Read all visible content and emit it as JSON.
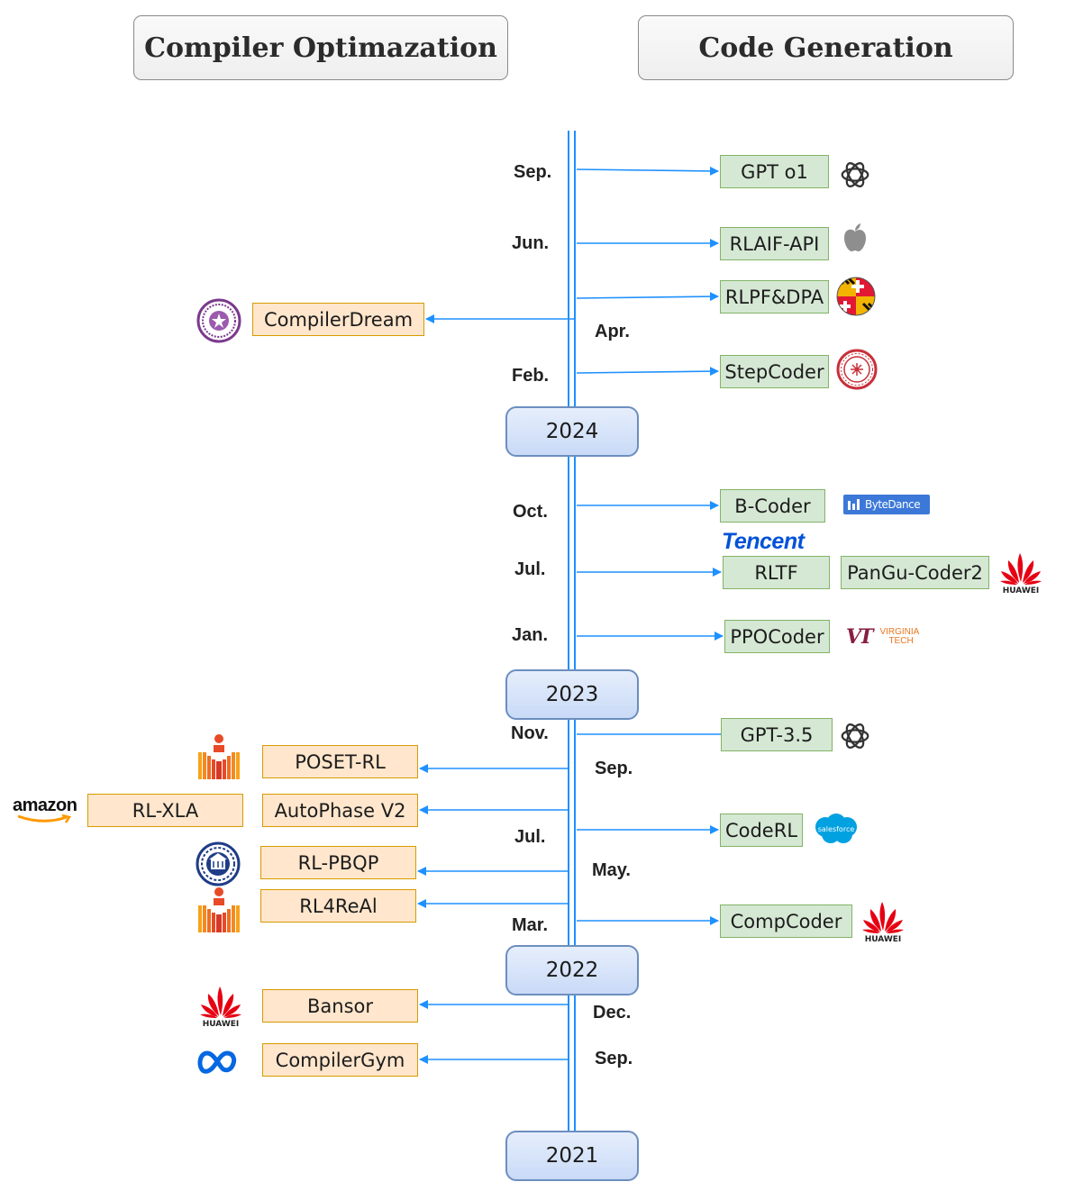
{
  "headers": {
    "left": "Compiler Optimazation",
    "right": "Code Generation"
  },
  "years": [
    "2024",
    "2023",
    "2022",
    "2021"
  ],
  "months": {
    "sep2024": "Sep.",
    "jun2024": "Jun.",
    "apr2024": "Apr.",
    "feb2024": "Feb.",
    "oct2023": "Oct.",
    "jul2023": "Jul.",
    "jan2023": "Jan.",
    "nov2022": "Nov.",
    "sep2022": "Sep.",
    "jul2022": "Jul.",
    "may2022": "May.",
    "mar2022": "Mar.",
    "dec2021": "Dec.",
    "sep2021": "Sep."
  },
  "code_generation": {
    "gpt_o1": "GPT o1",
    "rlaif_api": "RLAIF-API",
    "rlpf_dpa": "RLPF&DPA",
    "stepcoder": "StepCoder",
    "b_coder": "B-Coder",
    "rltf": "RLTF",
    "pangu_coder2": "PanGu-Coder2",
    "ppocoder": "PPOCoder",
    "gpt35": "GPT-3.5",
    "coderl": "CodeRL",
    "compcoder": "CompCoder"
  },
  "compiler_optimization": {
    "compilerdream": "CompilerDream",
    "poset_rl": "POSET-RL",
    "rl_xla": "RL-XLA",
    "autophase_v2": "AutoPhase V2",
    "rl_pbqp": "RL-PBQP",
    "rl4real": "RL4ReAl",
    "bansor": "Bansor",
    "compilergym": "CompilerGym"
  },
  "logos": {
    "openai": "openai-icon",
    "apple": "apple-icon",
    "umd": "umd-flag-icon",
    "fudan": "fudan-seal-icon",
    "bytedance": "ByteDance",
    "tencent": "Tencent",
    "huawei": "HUAWEI",
    "virginia_tech_mark": "VT",
    "virginia_tech_text1": "VIRGINIA",
    "virginia_tech_text2": "TECH",
    "salesforce": "salesforce",
    "amazon": "amazon",
    "tsinghua": "tsinghua-seal-icon",
    "iit": "iit-hyderabad-icon",
    "pku": "university-seal-icon",
    "meta": "meta-icon"
  },
  "colors": {
    "arrow": "#1e90ff",
    "green_fill": "#d5e8d4",
    "green_border": "#82b366",
    "orange_fill": "#ffe6cc",
    "orange_border": "#d79b00",
    "year_border": "#6c8ebf",
    "huawei_red": "#e60012",
    "tencent_blue": "#0052d9",
    "vt_maroon": "#861f41",
    "vt_orange": "#e87722"
  }
}
